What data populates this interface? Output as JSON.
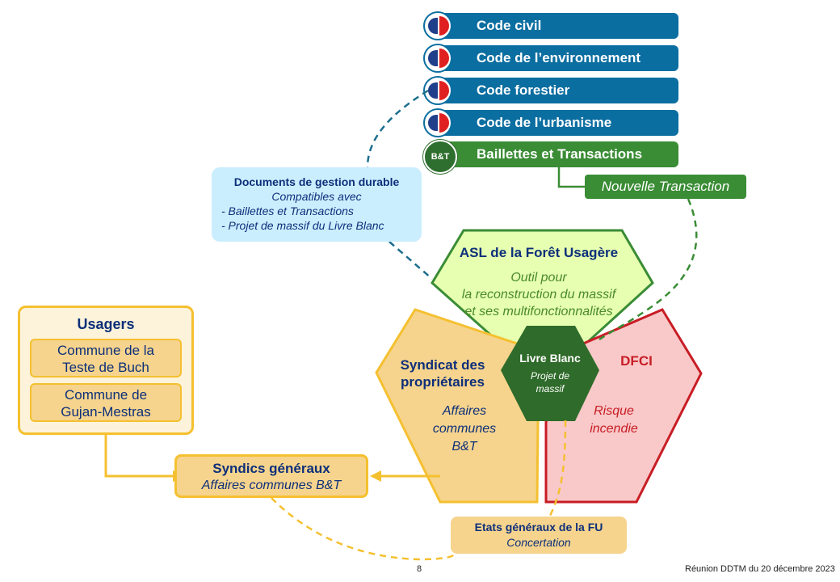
{
  "codes": [
    {
      "label": "Code civil",
      "icon": "marianne-icon"
    },
    {
      "label": "Code de l’environnement",
      "icon": "marianne-icon"
    },
    {
      "label": "Code forestier",
      "icon": "marianne-icon"
    },
    {
      "label": "Code de l’urbanisme",
      "icon": "marianne-icon"
    }
  ],
  "bt": {
    "badge": "B&T",
    "label": "Baillettes et Transactions"
  },
  "new_transaction": "Nouvelle Transaction",
  "docs": {
    "title": "Documents de gestion durable",
    "subtitle": "Compatibles avec",
    "items": [
      "- Baillettes et Transactions",
      "- Projet de massif du Livre Blanc"
    ]
  },
  "asl": {
    "title": "ASL de la Forêt Usagère",
    "lines": [
      "Outil pour",
      "la reconstruction du massif",
      "et ses multifonctionnalités"
    ]
  },
  "syndicat": {
    "title_lines": [
      "Syndicat des",
      "propriétaires"
    ],
    "lines": [
      "Affaires",
      "communes",
      "B&T"
    ]
  },
  "dfci": {
    "title": "DFCI",
    "lines": [
      "Risque",
      "incendie"
    ]
  },
  "livre_blanc": {
    "title": "Livre Blanc",
    "lines": [
      "Projet de",
      "massif"
    ]
  },
  "usagers": {
    "title": "Usagers",
    "communes": [
      {
        "lines": [
          "Commune de la",
          "Teste de Buch"
        ]
      },
      {
        "lines": [
          "Commune de",
          "Gujan-Mestras"
        ]
      }
    ]
  },
  "syndics": {
    "title": "Syndics généraux",
    "subtitle": "Affaires communes B&T"
  },
  "etats": {
    "title": "Etats généraux de la FU",
    "subtitle": "Concertation"
  },
  "footer": {
    "page": "8",
    "meeting": "Réunion DDTM du 20 décembre 2023"
  },
  "colors": {
    "code_blue": "#0b6ea0",
    "bt_green": "#3a8c35",
    "asl_fill": "#e6ffb0",
    "syndicat_fill": "#f6d48d",
    "dfci_fill": "#f9c9c9",
    "dfci_red": "#c81d25",
    "navy_text": "#0d2f7a",
    "dash_blue": "#1c6e8e"
  }
}
